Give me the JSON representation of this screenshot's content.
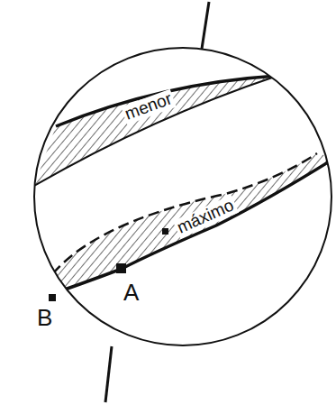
{
  "diagram": {
    "labels": [
      "menor",
      "máximo",
      "A",
      "B"
    ]
  }
}
